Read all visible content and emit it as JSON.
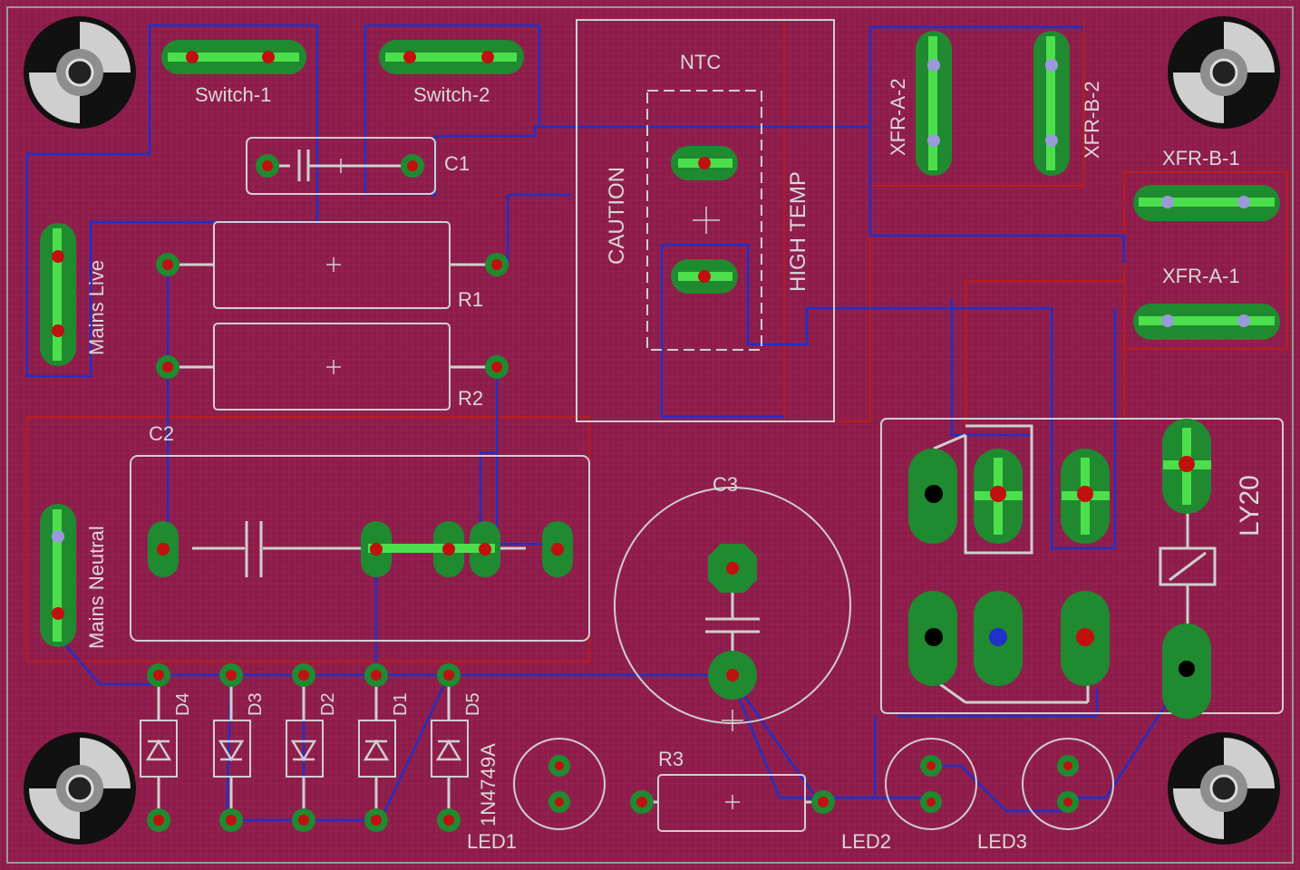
{
  "labels": {
    "switch1": "Switch-1",
    "switch2": "Switch-2",
    "ntc": "NTC",
    "xfr_a2": "XFR-A-2",
    "xfr_b2": "XFR-B-2",
    "xfr_b1": "XFR-B-1",
    "xfr_a1": "XFR-A-1",
    "c1": "C1",
    "c2": "C2",
    "c3": "C3",
    "caution": "CAUTION",
    "high_temp": "HIGH TEMP",
    "mains_live": "Mains Live",
    "mains_neutral": "Mains Neutral",
    "r1": "R1",
    "r2": "R2",
    "r3": "R3",
    "ly20": "LY20",
    "d1": "D1",
    "d2": "D2",
    "d3": "D3",
    "d4": "D4",
    "d5": "D5",
    "zener": "1N4749A",
    "led1": "LED1",
    "led2": "LED2",
    "led3": "LED3"
  },
  "colors": {
    "board": "#8e1c4a",
    "outline": "#b0b0b0",
    "pad": "#1f8a2f",
    "pad_highlight": "#4be04b",
    "bottom_trace": "#2030c8",
    "top_trace": "#c41818",
    "silkscreen": "#d8d8d8",
    "drill": "#c01010"
  }
}
